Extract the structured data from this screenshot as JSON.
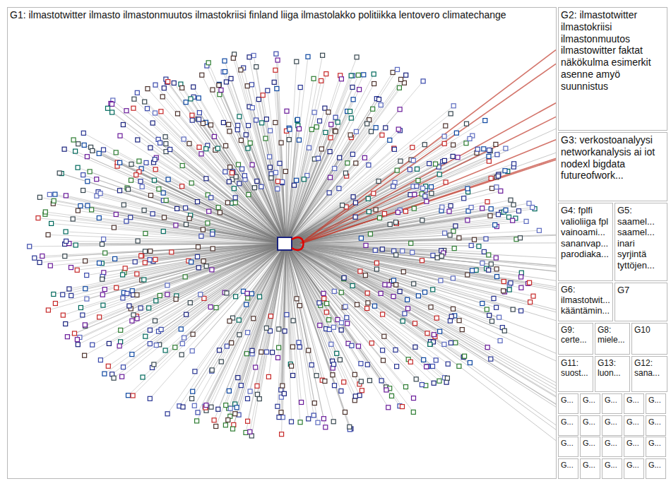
{
  "diagram": {
    "nodes": [
      {
        "text": [
          "G1: ilmastotwitter ilmasto ilmastonmuutos ilmastokriisi finland liiga ilmastolakko politiikka lentovero climatechange"
        ]
      },
      {
        "text": [
          "G2: ilmastotwitter ilmastokriisi ilmastonmuutos ilmastowitter faktat näkökulma esimerkit asenne amyö suunnistus"
        ]
      },
      {
        "text": [
          "G3: verkostoanalyysi networkanalysis ai iot nodexl bigdata futureofwork..."
        ]
      },
      {
        "text": [
          "G4: fplfi valioliiga fpl vainoami... sananvap... parodiaka..."
        ]
      },
      {
        "text": [
          "G5: saamel... saamel... inari syrjintä tyttöjen..."
        ]
      },
      {
        "text": [
          "G6: ilmastotwit... kääntämin..."
        ]
      },
      {
        "text": [
          "G7"
        ]
      },
      {
        "text": [
          "G9: certe..."
        ]
      },
      {
        "text": [
          "G8: miele..."
        ]
      },
      {
        "text": [
          "G10"
        ]
      },
      {
        "text": [
          "G11: suost..."
        ]
      },
      {
        "text": [
          "G13: luon..."
        ]
      },
      {
        "text": [
          "G12: sana..."
        ]
      },
      {
        "text": [
          "G..."
        ]
      },
      {
        "text": [
          "G..."
        ]
      },
      {
        "text": [
          "G..."
        ]
      },
      {
        "text": [
          "G..."
        ]
      },
      {
        "text": [
          "G..."
        ]
      },
      {
        "text": [
          "G..."
        ]
      },
      {
        "text": [
          "G..."
        ]
      },
      {
        "text": [
          "G..."
        ]
      },
      {
        "text": [
          "G..."
        ]
      },
      {
        "text": [
          "G..."
        ]
      },
      {
        "text": [
          "G..."
        ]
      },
      {
        "text": [
          "G..."
        ]
      },
      {
        "text": [
          "G..."
        ]
      },
      {
        "text": [
          "G..."
        ]
      },
      {
        "text": [
          "G..."
        ]
      },
      {
        "text": [
          "G..."
        ]
      },
      {
        "text": [
          "G..."
        ]
      },
      {
        "text": [
          "G..."
        ]
      },
      {
        "text": [
          "G..."
        ]
      },
      {
        "text": [
          "G..."
        ]
      }
    ]
  }
}
